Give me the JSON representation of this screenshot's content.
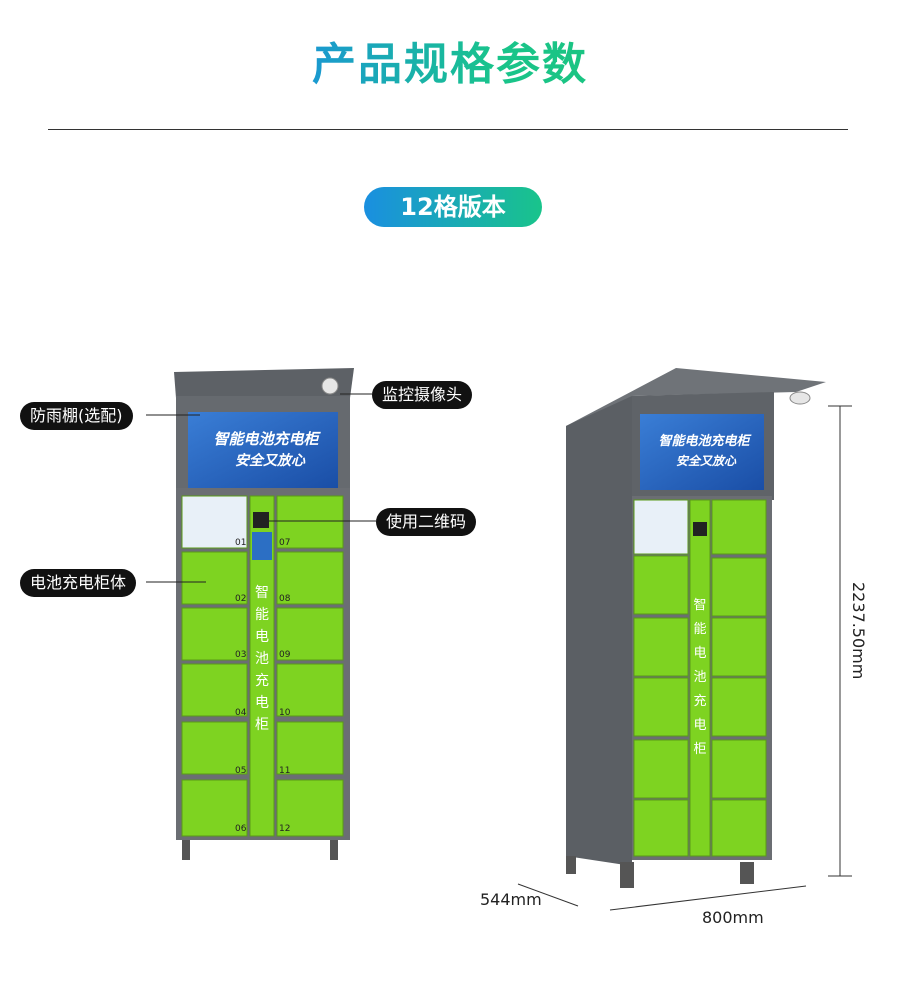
{
  "heading": "产品规格参数",
  "version_label": "12格版本",
  "callouts": {
    "rain_cover": "防雨棚(选配)",
    "camera": "监控摄像头",
    "qr_code": "使用二维码",
    "cabinet_body": "电池充电柜体"
  },
  "screen": {
    "line1": "智能电池充电柜",
    "line2": "安全又放心"
  },
  "center_panel_text": "智能电池充电柜",
  "compartments_left": [
    "01",
    "02",
    "03",
    "04",
    "05",
    "06"
  ],
  "compartments_right": [
    "07",
    "08",
    "09",
    "10",
    "11",
    "12"
  ],
  "dimensions": {
    "height": "2237.50mm",
    "depth": "544mm",
    "width": "800mm"
  },
  "colors": {
    "locker_green": "#7ed321",
    "frame_gray": "#6b6e73",
    "screen_blue": "#1f5fb8"
  }
}
